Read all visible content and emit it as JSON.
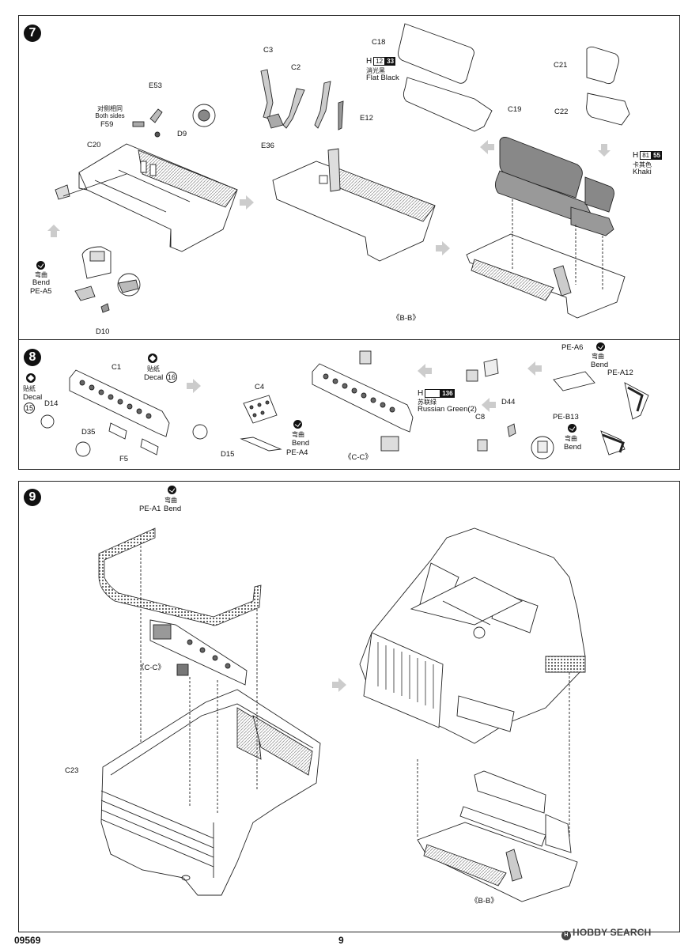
{
  "footer": {
    "kit_number": "09569",
    "page_number": "9",
    "watermark": "HOBBY SEARCH"
  },
  "step7": {
    "number": "7",
    "parts": {
      "e53": "E53",
      "both_sides_cn": "对侧相同",
      "both_sides_en": "Both sides",
      "f59": "F59",
      "d9": "D9",
      "c20": "C20",
      "bend_cn": "弯曲",
      "bend_en": "Bend",
      "pe_a5": "PE-A5",
      "d10": "D10",
      "c3": "C3",
      "c2": "C2",
      "e12": "E12",
      "e36": "E36",
      "c18": "C18",
      "c19": "C19",
      "c21": "C21",
      "c22": "C22",
      "section": "《B-B》"
    },
    "paint_flat_black": {
      "h": "H",
      "code1": "12",
      "code2": "33",
      "name_cn": "消光黑",
      "name_en": "Flat Black"
    },
    "paint_khaki": {
      "h": "H",
      "code1": "81",
      "code2": "55",
      "name_cn": "卡其色",
      "name_en": "Khaki"
    }
  },
  "step8": {
    "number": "8",
    "parts": {
      "decal_cn": "贴纸",
      "decal_en": "Decal",
      "decal_15": "15",
      "decal_16": "16",
      "c1": "C1",
      "d14": "D14",
      "d35": "D35",
      "f5": "F5",
      "c4": "C4",
      "d15": "D15",
      "bend_cn": "弯曲",
      "bend_en": "Bend",
      "pe_a4": "PE-A4",
      "section": "《C-C》",
      "pe_a6": "PE-A6",
      "pe_a12": "PE-A12",
      "pe_b13": "PE-B13",
      "d44": "D44",
      "c8": "C8"
    },
    "paint_russian_green": {
      "h": "H",
      "code": "136",
      "name_cn": "苏联绿",
      "name_en": "Russian Green(2)"
    }
  },
  "step9": {
    "number": "9",
    "parts": {
      "bend_cn": "弯曲",
      "bend_en": "Bend",
      "pe_a1": "PE-A1",
      "c23": "C23",
      "section_cc": "《C-C》",
      "section_bb": "《B-B》"
    }
  }
}
